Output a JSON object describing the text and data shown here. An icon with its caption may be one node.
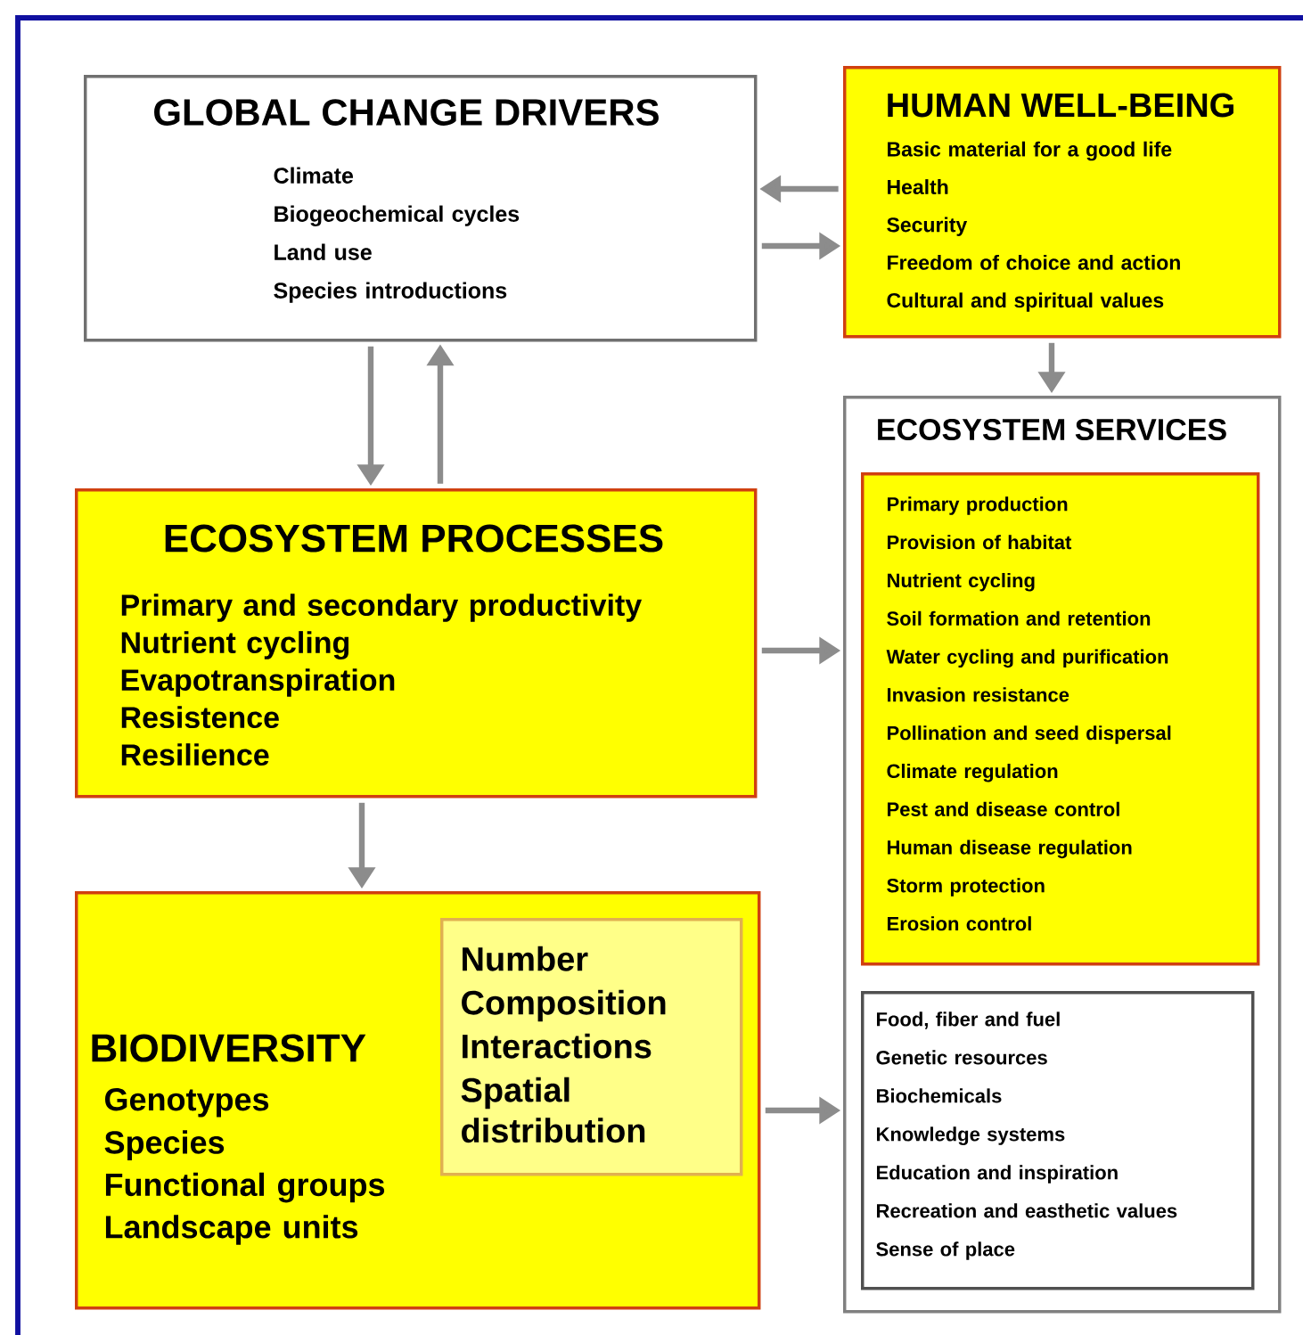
{
  "diagram": {
    "nodes": [
      {
        "text": [
          "GLOBAL CHANGE DRIVERS",
          "Climate",
          "Biogeochemical cycles",
          "Land use",
          "Species introductions"
        ]
      },
      {
        "text": [
          "HUMAN WELL-BEING",
          "Basic material for a good life",
          "Health",
          "Security",
          "Freedom of choice and action",
          "Cultural and spiritual values"
        ]
      },
      {
        "text": [
          "ECOSYSTEM SERVICES"
        ]
      },
      {
        "text": [
          "Primary production",
          "Provision of habitat",
          "Nutrient cycling",
          "Soil formation and retention",
          "Water cycling and purification",
          "Invasion resistance",
          "Pollination and seed dispersal",
          "Climate regulation",
          "Pest and disease control",
          "Human disease regulation",
          "Storm protection",
          "Erosion control"
        ],
        "in": 2
      },
      {
        "text": [
          "Food, fiber and fuel",
          "Genetic resources",
          "Biochemicals",
          "Knowledge systems",
          "Education and inspiration",
          "Recreation and easthetic values",
          "Sense of place"
        ],
        "in": 2
      },
      {
        "text": [
          "ECOSYSTEM PROCESSES",
          "Primary and secondary productivity",
          "Nutrient cycling",
          "Evapotranspiration",
          "Resistence",
          "Resilience"
        ]
      },
      {
        "text": [
          "BIODIVERSITY",
          "Genotypes",
          "Species",
          "Functional groups",
          "Landscape units"
        ]
      },
      {
        "text": [
          "Number",
          "Composition",
          "Interactions",
          "Spatial distribution"
        ],
        "in": 6
      }
    ],
    "edges": [
      {
        "from": 0,
        "to": 5,
        "arrow": "to"
      },
      {
        "from": 5,
        "to": 0,
        "arrow": "to"
      },
      {
        "from": 1,
        "to": 0,
        "arrow": "to"
      },
      {
        "from": 0,
        "to": 1,
        "arrow": "to"
      },
      {
        "from": 1,
        "to": 2,
        "arrow": "to"
      },
      {
        "from": 5,
        "to": 2,
        "arrow": "to"
      },
      {
        "from": 5,
        "to": 6,
        "arrow": "to"
      },
      {
        "from": 6,
        "to": 2,
        "arrow": "to"
      }
    ]
  }
}
